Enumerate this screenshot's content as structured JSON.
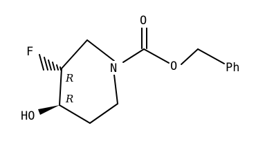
{
  "molecule": {
    "atoms": {
      "fluorine": "F",
      "nitrogen": "N",
      "carbonyl_oxygen": "O",
      "ester_oxygen": "O",
      "hydroxyl": "HO",
      "phenyl": "Ph"
    },
    "stereo_descriptors": {
      "c3": "R",
      "c4": "R"
    }
  }
}
